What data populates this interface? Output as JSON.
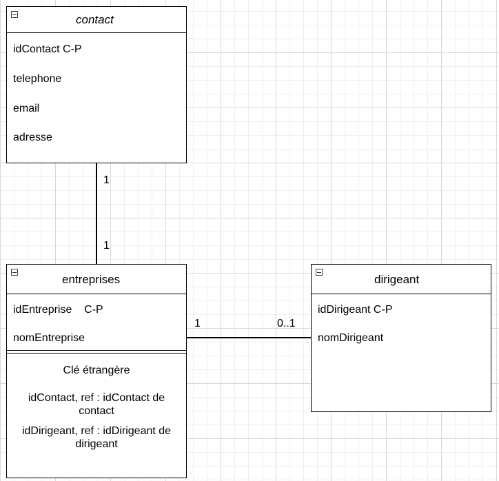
{
  "contact": {
    "name": "contact",
    "attributes": [
      "idContact C-P",
      "telephone",
      "email",
      "adresse"
    ]
  },
  "entreprises": {
    "name": "entreprises",
    "attributes": [
      "idEntreprise    C-P",
      "nomEntreprise"
    ],
    "fk_title": "Clé étrangère",
    "fk_line1": "idContact, ref : idContact de contact",
    "fk_line2": "idDirigeant, ref : idDirigeant de dirigeant"
  },
  "dirigeant": {
    "name": "dirigeant",
    "attributes": [
      "idDirigeant C-P",
      "nomDirigeant"
    ]
  },
  "associations": {
    "contact_entreprises": {
      "contact_end": "1",
      "entreprises_end": "1"
    },
    "entreprises_dirigeant": {
      "entreprises_end": "1",
      "dirigeant_end": "0..1"
    }
  }
}
